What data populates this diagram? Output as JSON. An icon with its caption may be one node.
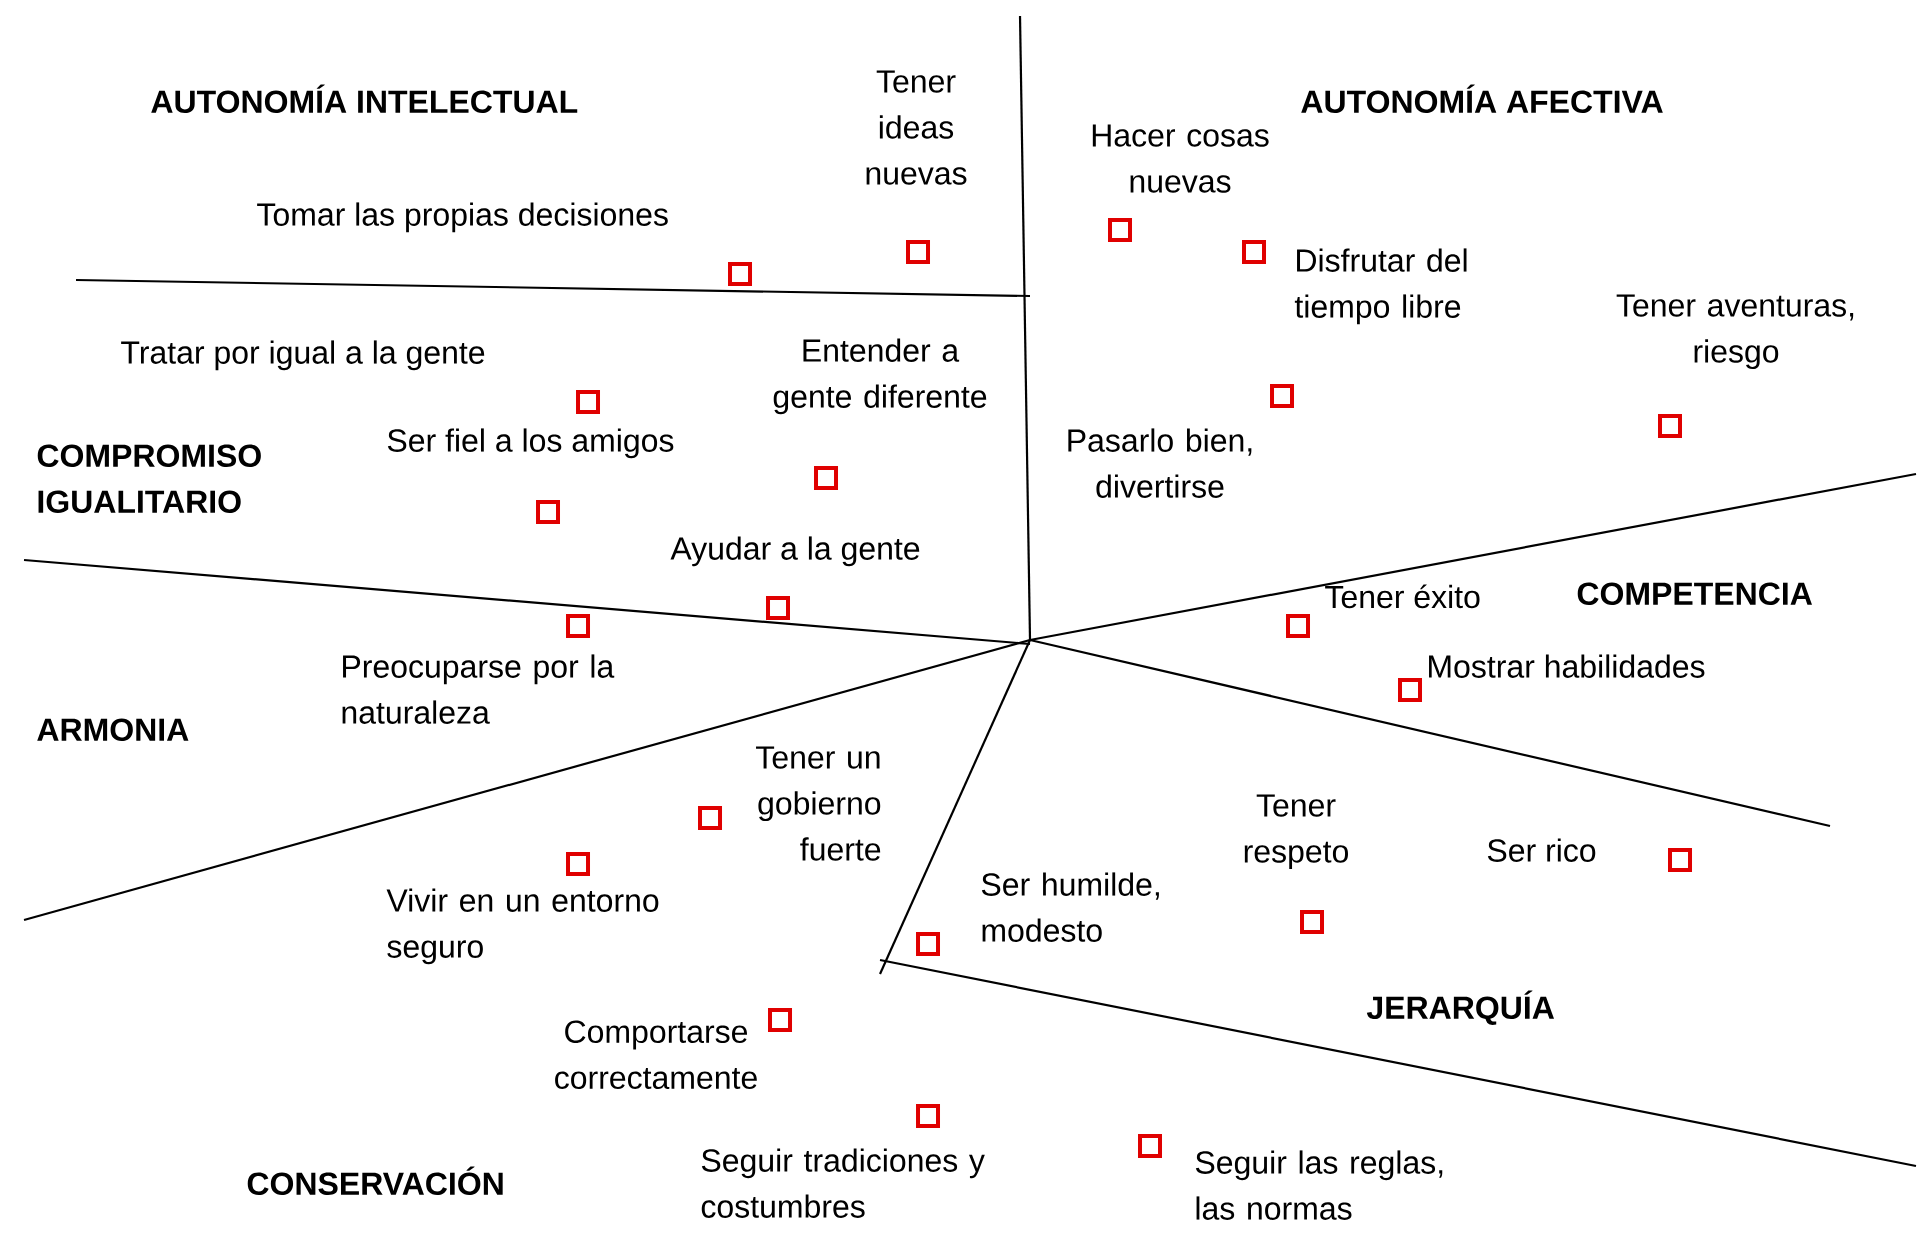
{
  "diagram": {
    "labels": [
      "Tener ideas nuevas",
      "AUTONOMÍA INTELECTUAL",
      "AUTONOMÍA AFECTIVA",
      "Hacer cosas nuevas",
      "Tomar las propias decisiones",
      "Disfrutar del tiempo libre",
      "Tener aventuras, riesgo",
      "Tratar por igual a la gente",
      "Entender a gente diferente",
      "Ser fiel a los amigos",
      "Pasarlo bien, divertirse",
      "COMPROMISO IGUALITARIO",
      "Ayudar a la gente",
      "COMPETENCIA",
      "Tener éxito",
      "Preocuparse por la naturaleza",
      "Mostrar habilidades",
      "ARMONIA",
      "Tener un gobierno fuerte",
      "Tener respeto",
      "Ser rico",
      "Vivir en un entorno seguro",
      "Ser humilde, modesto",
      "JERARQUÍA",
      "Comportarse correctamente",
      "Seguir tradiciones y costumbres",
      "Seguir las reglas, las normas",
      "CONSERVACIÓN"
    ]
  }
}
